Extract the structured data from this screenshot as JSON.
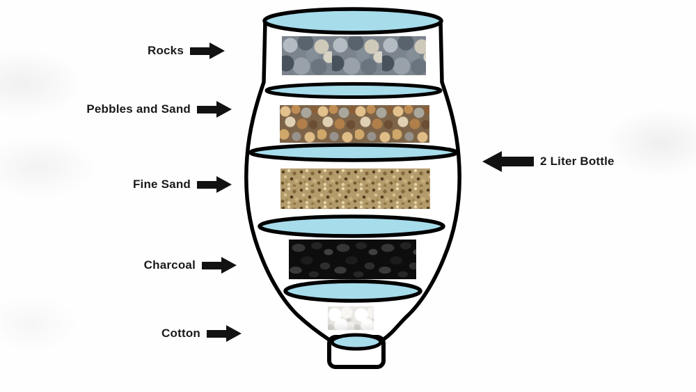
{
  "diagram": {
    "kind": "homemade-water-filter-in-bottle",
    "layer_labels": [
      {
        "label": "Rocks"
      },
      {
        "label": "Pebbles and Sand"
      },
      {
        "label": "Fine Sand"
      },
      {
        "label": "Charcoal"
      },
      {
        "label": "Cotton"
      }
    ],
    "bottle_callout": {
      "label": "2 Liter Bottle"
    },
    "icons": {
      "layer_arrow": "arrow-right-icon",
      "bottle_arrow": "arrow-left-icon"
    },
    "colors": {
      "water": "#a7dcea",
      "outline": "#000000",
      "label_text": "#1a1a1a",
      "arrow": "#121212"
    }
  }
}
